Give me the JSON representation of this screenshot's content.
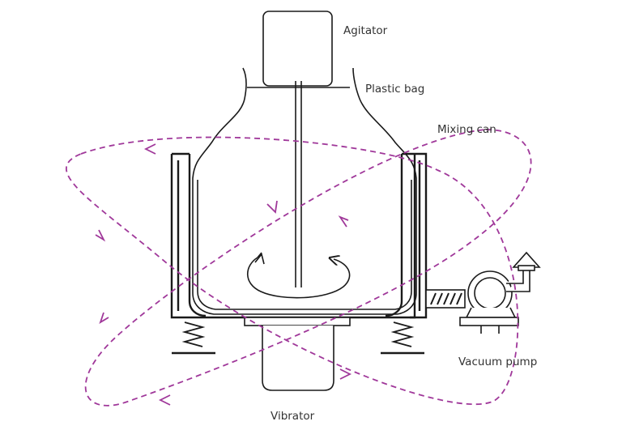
{
  "labels": {
    "agitator": "Agitator",
    "plastic_bag": "Plastic bag",
    "mixing_can": "Mixing can",
    "vacuum_pump": "Vacuum pump",
    "vibrator": "Vibrator"
  },
  "colors": {
    "line": "#1a1a1a",
    "orbit": "#a0389a",
    "text": "#333333"
  }
}
